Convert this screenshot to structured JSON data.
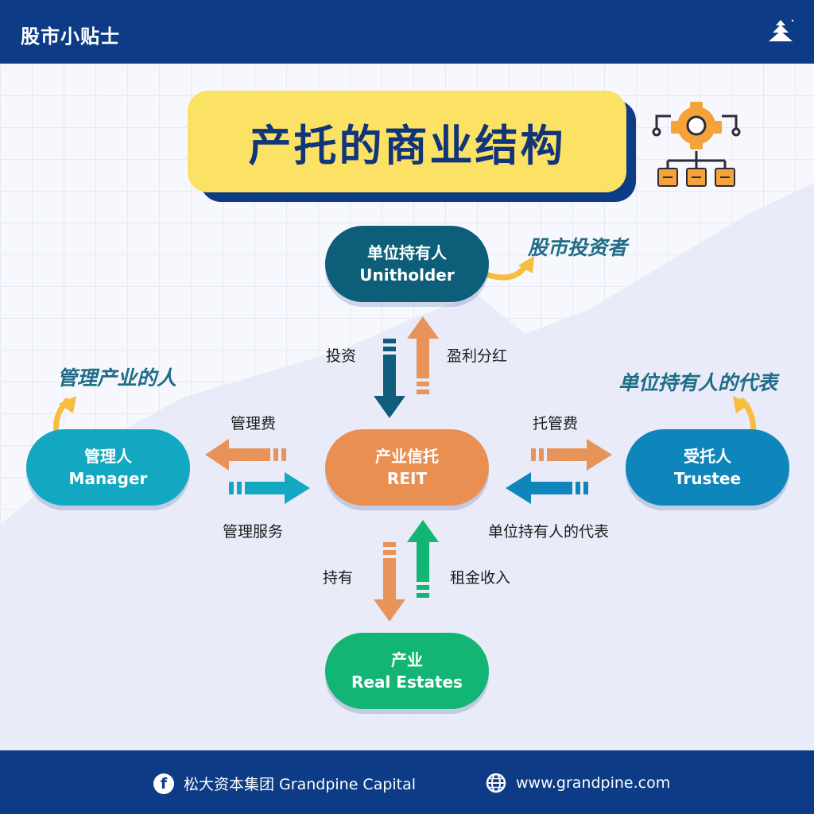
{
  "header": {
    "title": "股市小贴士"
  },
  "title": "产托的商业结构",
  "nodes": {
    "unitholder": {
      "cn": "单位持有人",
      "en": "Unitholder",
      "color": "#0d5e78"
    },
    "reit": {
      "cn": "产业信托",
      "en": "REIT",
      "color": "#ea8f52"
    },
    "manager": {
      "cn": "管理人",
      "en": "Manager",
      "color": "#13a8c1"
    },
    "trustee": {
      "cn": "受托人",
      "en": "Trustee",
      "color": "#0e86bc"
    },
    "estate": {
      "cn": "产业",
      "en": "Real Estates",
      "color": "#13b574"
    }
  },
  "edges": {
    "invest": "投资",
    "dividend": "盈利分红",
    "management_fee": "管理费",
    "management_service": "管理服务",
    "trustee_fee": "托管费",
    "unitholder_rep": "单位持有人的代表",
    "hold": "持有",
    "rental_income": "租金收入"
  },
  "notes": {
    "unitholder": "股市投资者",
    "manager": "管理产业的人",
    "trustee": "单位持有人的代表"
  },
  "footer": {
    "facebook": "松大资本集团 Grandpine Capital",
    "website": "www.grandpine.com"
  },
  "colors": {
    "navy": "#0d3b85",
    "yellow": "#fbe264",
    "orange_arrow": "#e8935a",
    "navy_arrow": "#0f5c7c",
    "teal_arrow": "#13a8c1",
    "blue_arrow": "#0e86bc",
    "green_arrow": "#13b574"
  }
}
